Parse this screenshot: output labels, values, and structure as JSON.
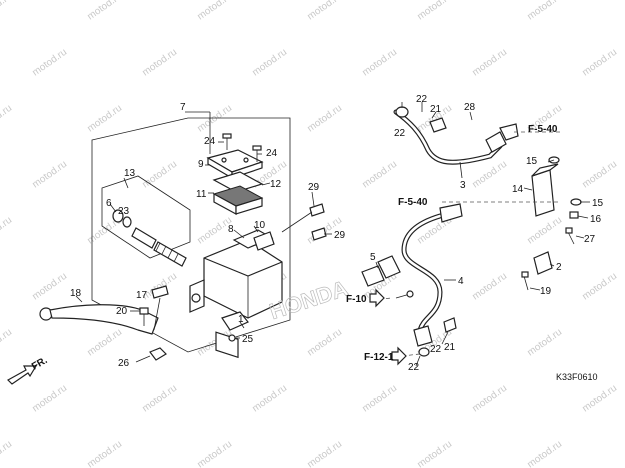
{
  "diagram": {
    "watermark_text": "motod.ru",
    "brand_text": "HONDA",
    "drawing_code": "K33F0610",
    "direction_label": "FR.",
    "callouts": [
      "1",
      "2",
      "3",
      "4",
      "5",
      "6",
      "7",
      "8",
      "9",
      "10",
      "11",
      "12",
      "13",
      "14",
      "15",
      "15",
      "16",
      "17",
      "18",
      "19",
      "20",
      "21",
      "21",
      "22",
      "22",
      "22",
      "22",
      "23",
      "24",
      "24",
      "25",
      "26",
      "27",
      "28",
      "29",
      "29"
    ],
    "references": [
      "F-5-40",
      "F-5-40",
      "F-10",
      "F-12-1"
    ]
  }
}
